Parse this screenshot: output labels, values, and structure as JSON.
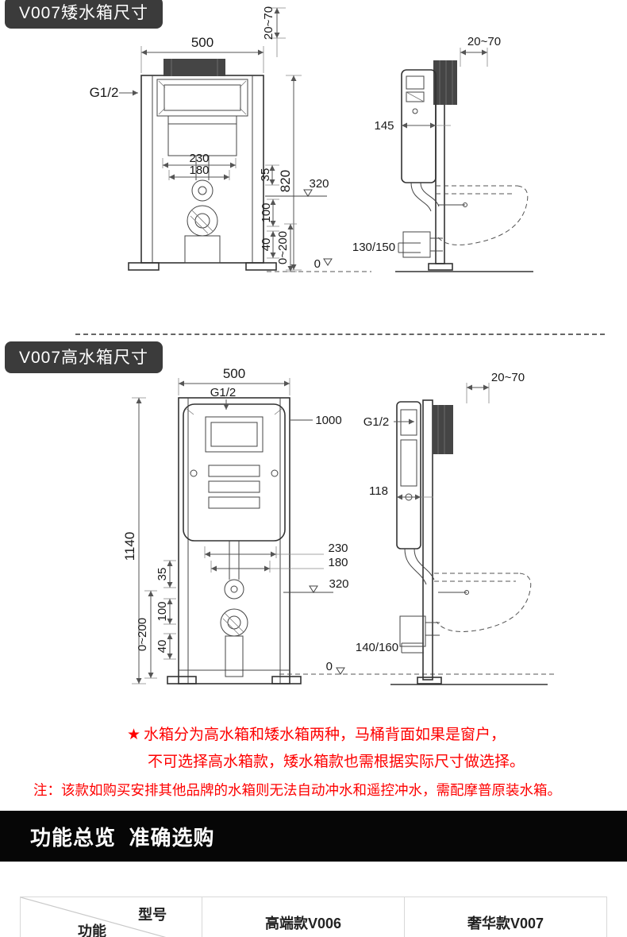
{
  "colors": {
    "accent_red": "#fe0000",
    "badge_bg": "#3b3b3b",
    "banner_bg": "#060606",
    "drawing_line": "#444444"
  },
  "section_low": {
    "badge": "V007矮水箱尺寸",
    "front": {
      "width": "500",
      "top_range": "20~70",
      "inlet": "G1/2",
      "w230": "230",
      "w180": "180",
      "h35": "35",
      "h820": "820",
      "h320": "320",
      "h100": "100",
      "h40": "40",
      "range_0_200": "0~200",
      "zero": "0"
    },
    "side": {
      "top_range": "20~70",
      "d145": "145",
      "outlet_height": "130/150"
    }
  },
  "section_high": {
    "badge": "V007高水箱尺寸",
    "front": {
      "width": "500",
      "inlet": "G1/2",
      "h1000": "1000",
      "h1140": "1140",
      "w230": "230",
      "w180": "180",
      "h35": "35",
      "h320": "320",
      "h100": "100",
      "h40": "40",
      "range_0_200": "0~200",
      "zero": "0"
    },
    "side": {
      "top_range": "20~70",
      "inlet": "G1/2",
      "d118": "118",
      "outlet_height": "140/160"
    }
  },
  "notes": {
    "star": "★",
    "line1": "水箱分为高水箱和矮水箱两种，马桶背面如果是窗户，",
    "line2": "不可选择高水箱款，矮水箱款也需根据实际尺寸做选择。",
    "caution": "注：该款如购买安排其他品牌的水箱则无法自动冲水和遥控冲水，需配摩普原装水箱。"
  },
  "banner": {
    "title": "功能总览  准确选购"
  },
  "table": {
    "corner_top": "型号",
    "corner_bottom": "功能",
    "col_v006": "高端款V006",
    "col_v007": "奢华款V007"
  }
}
